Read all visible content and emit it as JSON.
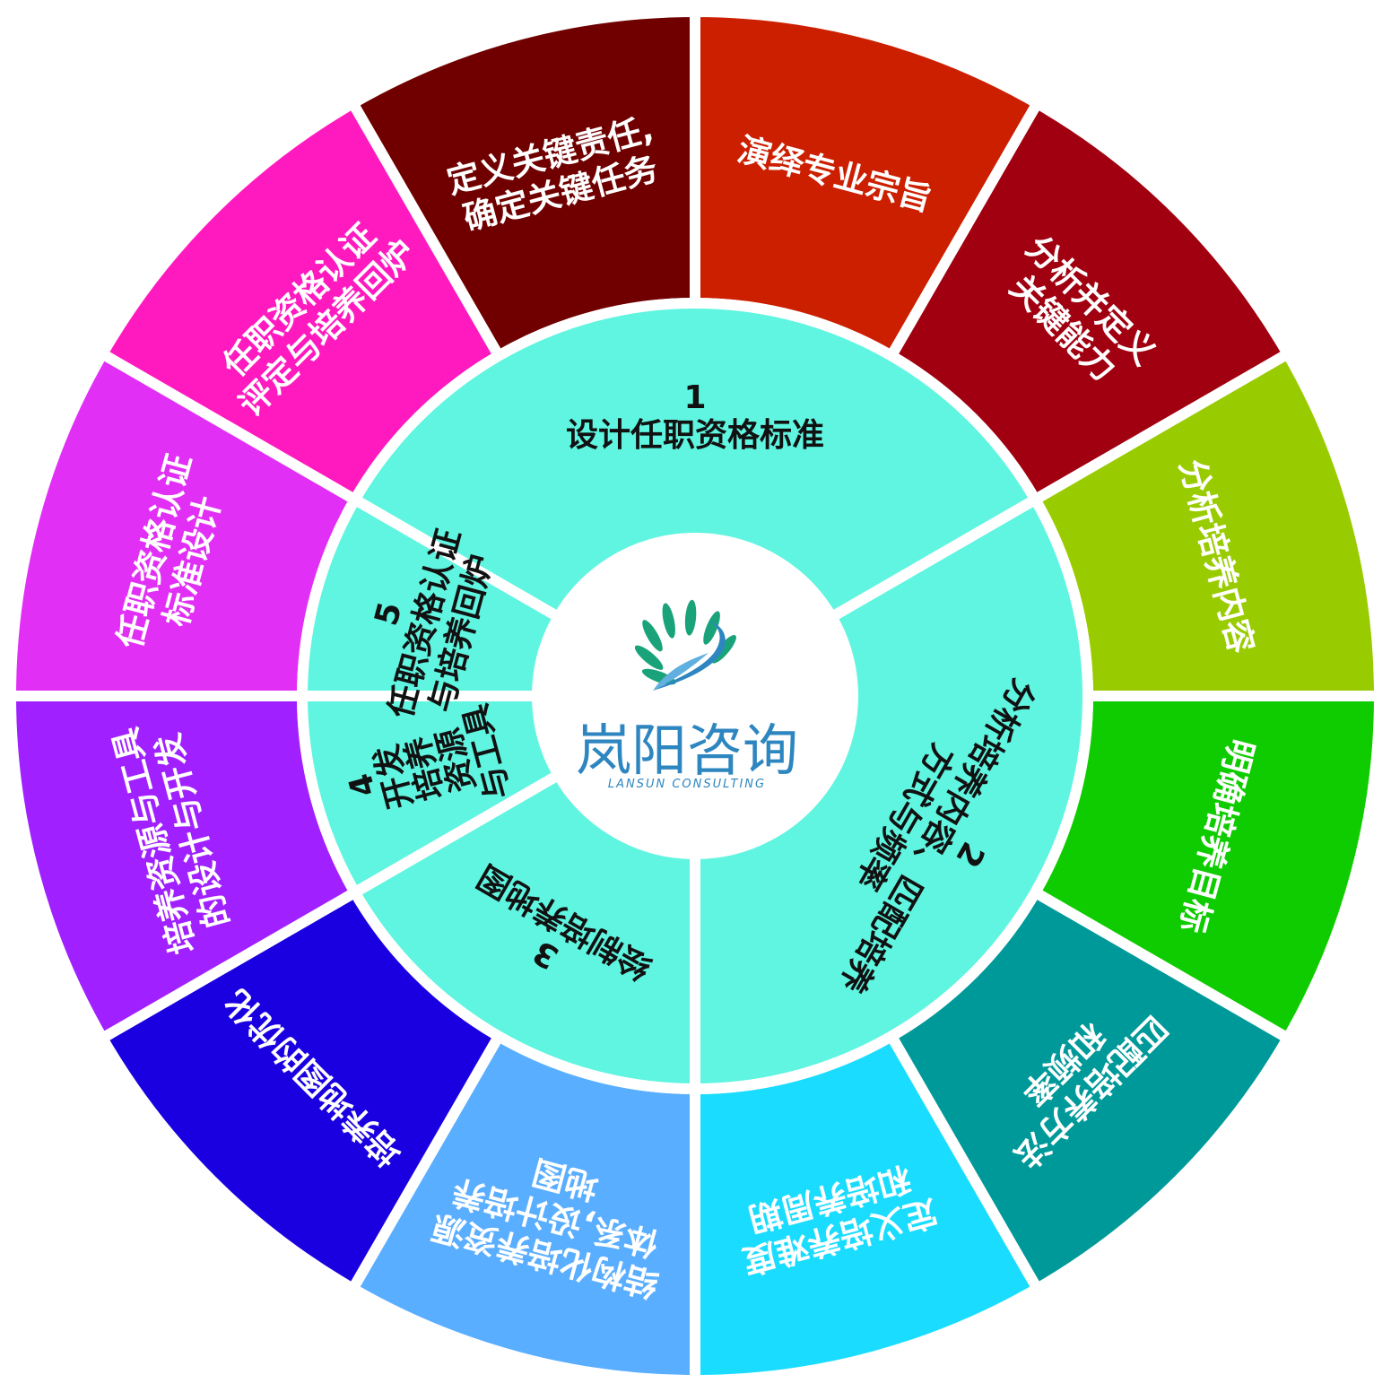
{
  "colors": {
    "inner_ring": "#5ff5e0",
    "center_bg": "#ffffff",
    "logo_blue": "#2d86c0",
    "logo_green": "#1aa37a"
  },
  "outer_segments": [
    {
      "label": "定义关键责任,\n确定关键任务",
      "color": "#700000"
    },
    {
      "label": "演绎专业宗旨",
      "color": "#cc1f00"
    },
    {
      "label": "分析并定义\n关键能力",
      "color": "#a0000f"
    },
    {
      "label": "分析培养内容",
      "color": "#99cc00"
    },
    {
      "label": "明确培养目标",
      "color": "#0fcc00"
    },
    {
      "label": "匹配培养方法\n和频率",
      "color": "#009999"
    },
    {
      "label": "定义培养难度\n和培养周期",
      "color": "#1adcff"
    },
    {
      "label": "结构化培养资源\n体系,设计培养\n地图",
      "color": "#5aaeff"
    },
    {
      "label": "培养地图的优化",
      "color": "#1a00e0"
    },
    {
      "label": "培养资源与工具\n的设计与开发",
      "color": "#a020ff"
    },
    {
      "label": "任职资格认证\n标准设计",
      "color": "#e12ff5"
    },
    {
      "label": "任职资格认证\n评定与培养回炉",
      "color": "#ff1ac0"
    }
  ],
  "inner_segments": [
    {
      "label": "1\n设计任职资格标准"
    },
    {
      "label": "2\n分析培养内容、匹配培养\n方式与频率"
    },
    {
      "label": "3\n绘制培养地图"
    },
    {
      "label": "4\n开发\n培养\n资源\n与工具"
    },
    {
      "label": "5\n任职资格认证\n与培养回炉"
    }
  ],
  "logo": {
    "name_cn": "岚阳咨询",
    "name_en": "LANSUN CONSULTING"
  }
}
